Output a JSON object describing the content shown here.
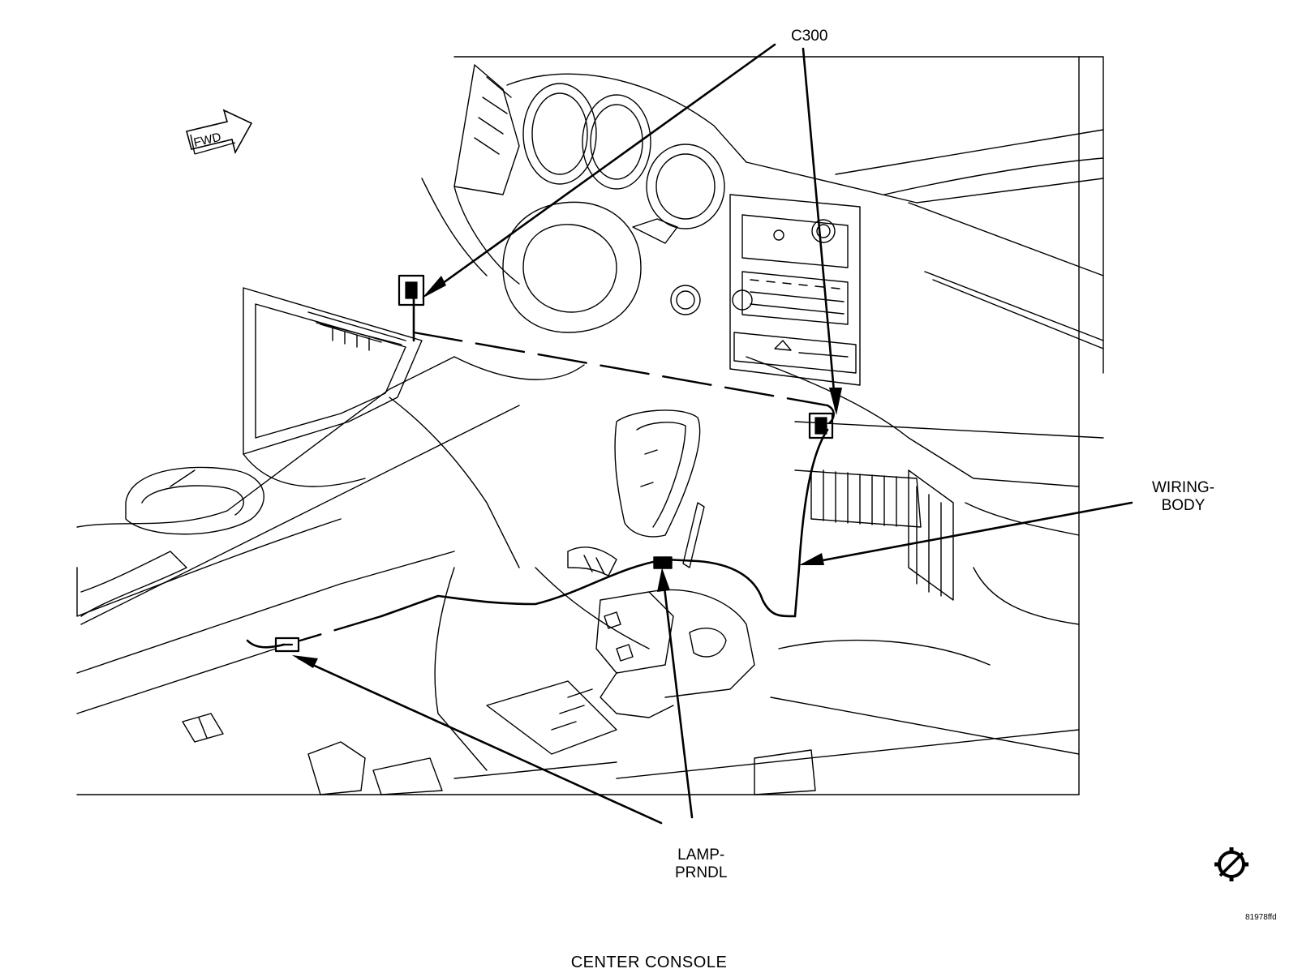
{
  "figure": {
    "caption": "CENTER CONSOLE",
    "code": "81978ffd",
    "fwd_label": "FWD"
  },
  "callouts": [
    {
      "id": "c300",
      "lines": [
        "C300"
      ]
    },
    {
      "id": "wiring_body",
      "lines": [
        "WIRING-",
        "BODY"
      ]
    },
    {
      "id": "lamp_prndl",
      "lines": [
        "LAMP-",
        "PRNDL"
      ]
    }
  ],
  "icons": {
    "forward_arrow": "fwd-arrow-icon",
    "legend_symbol": "circle-slash-gear-icon"
  },
  "colors": {
    "line": "#000000",
    "background": "#ffffff"
  }
}
